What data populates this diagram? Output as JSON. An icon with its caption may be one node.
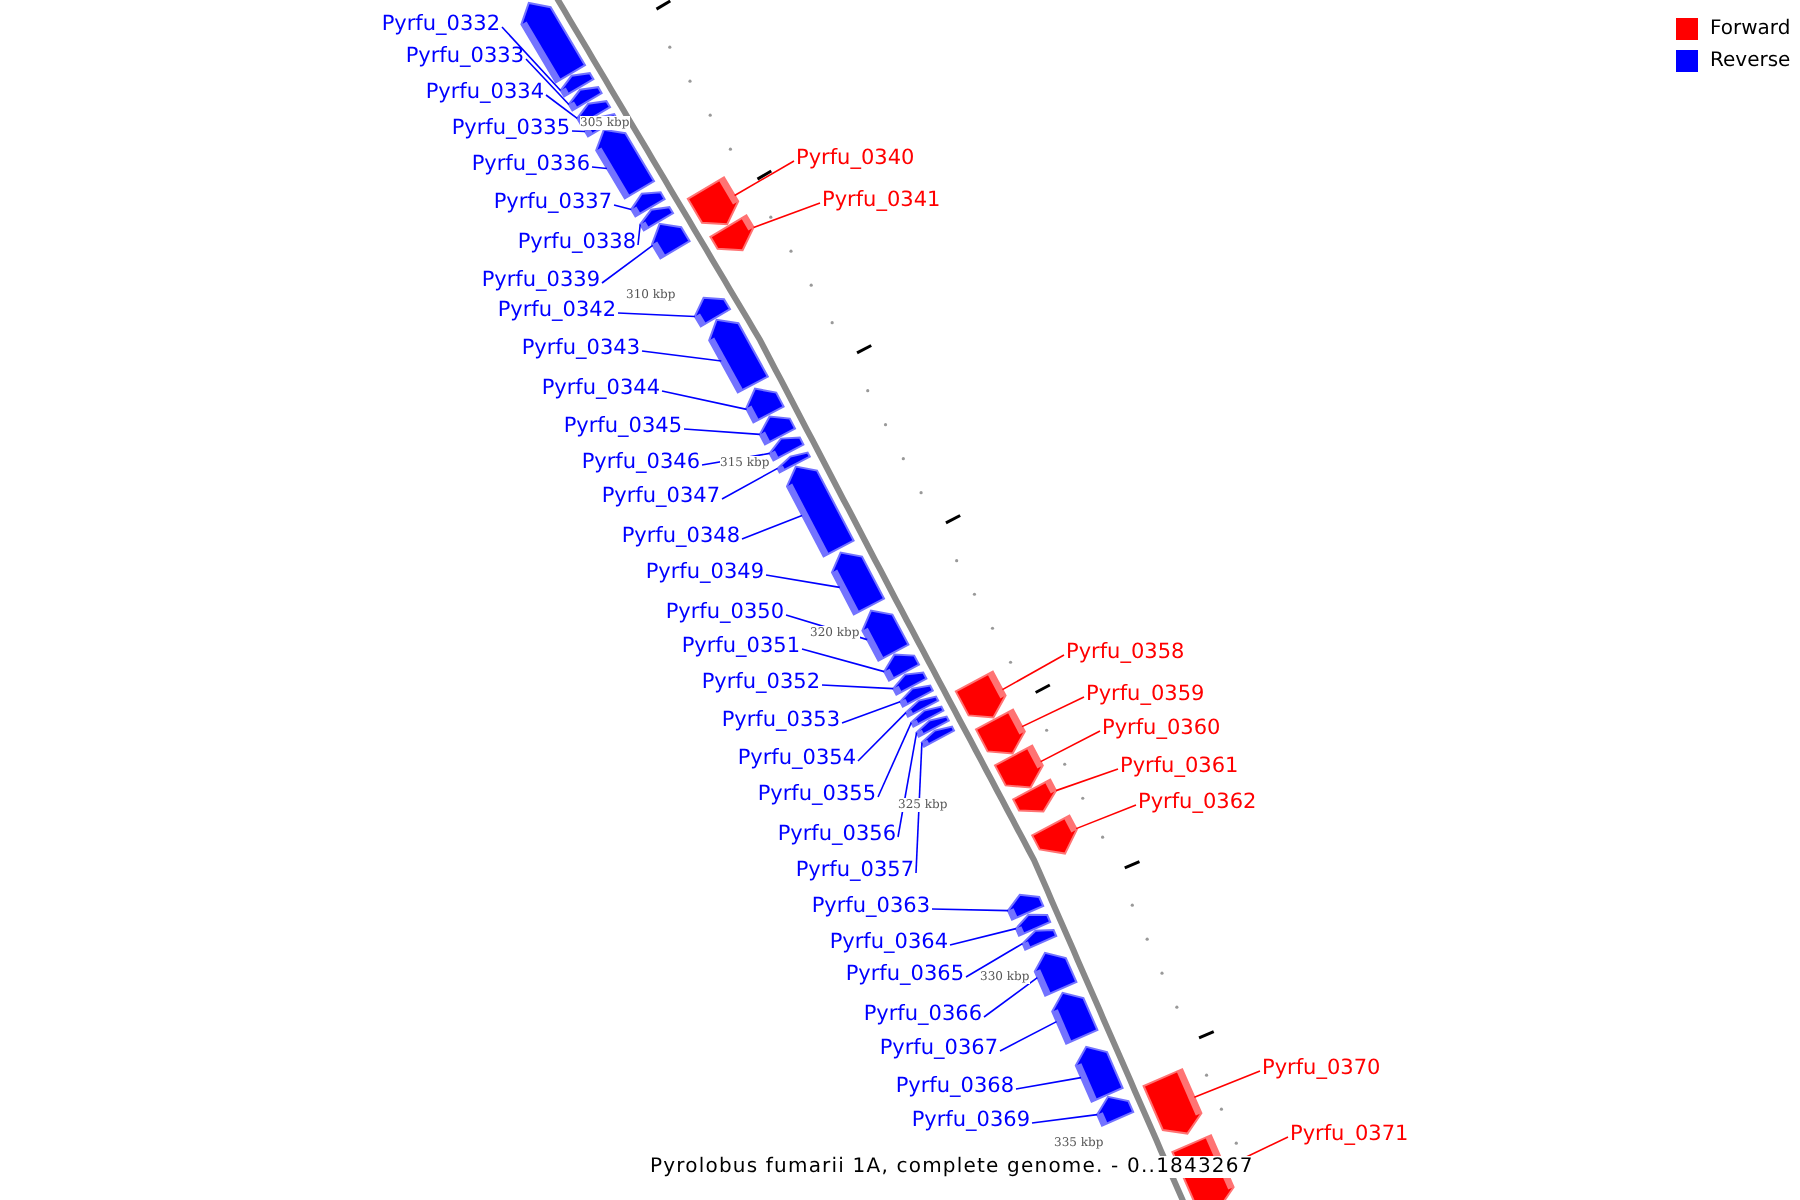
{
  "diagram": {
    "caption": "Pyrolobus fumarii 1A, complete genome. - 0..1843267",
    "nodes": [
      {
        "text": [],
        "shape": "bar"
      },
      {
        "text": [
          "Pyrfu_0332"
        ]
      },
      {
        "text": [],
        "shape": "bar"
      },
      {
        "text": [
          "Pyrfu_0333"
        ]
      },
      {
        "text": [],
        "shape": "bar"
      },
      {
        "text": [
          "Pyrfu_0334"
        ]
      },
      {
        "text": [],
        "shape": "bar"
      },
      {
        "text": [
          "Pyrfu_0335"
        ]
      },
      {
        "text": [],
        "shape": "bar"
      },
      {
        "text": [
          "Pyrfu_0336"
        ]
      },
      {
        "text": [],
        "shape": "bar"
      },
      {
        "text": [
          "Pyrfu_0337"
        ]
      },
      {
        "text": [],
        "shape": "bar"
      },
      {
        "text": [
          "Pyrfu_0338"
        ]
      },
      {
        "text": [],
        "shape": "bar"
      },
      {
        "text": [
          "Pyrfu_0339"
        ]
      },
      {
        "text": [],
        "shape": "bar"
      },
      {
        "text": [
          "Pyrfu_0340"
        ]
      },
      {
        "text": [],
        "shape": "bar"
      },
      {
        "text": [
          "Pyrfu_0341"
        ]
      },
      {
        "text": [],
        "shape": "bar"
      },
      {
        "text": [
          "Pyrfu_0342"
        ]
      },
      {
        "text": [],
        "shape": "bar"
      },
      {
        "text": [
          "Pyrfu_0343"
        ]
      },
      {
        "text": [],
        "shape": "bar"
      },
      {
        "text": [
          "Pyrfu_0344"
        ]
      },
      {
        "text": [],
        "shape": "bar"
      },
      {
        "text": [
          "Pyrfu_0345"
        ]
      },
      {
        "text": [],
        "shape": "bar"
      },
      {
        "text": [
          "Pyrfu_0346"
        ]
      },
      {
        "text": [],
        "shape": "bar"
      },
      {
        "text": [
          "Pyrfu_0347"
        ]
      },
      {
        "text": [],
        "shape": "bar"
      },
      {
        "text": [
          "Pyrfu_0348"
        ]
      },
      {
        "text": [],
        "shape": "bar"
      },
      {
        "text": [
          "Pyrfu_0349"
        ]
      },
      {
        "text": [],
        "shape": "bar"
      },
      {
        "text": [
          "Pyrfu_0350"
        ]
      },
      {
        "text": [],
        "shape": "bar"
      },
      {
        "text": [
          "Pyrfu_0351"
        ]
      },
      {
        "text": [],
        "shape": "bar"
      },
      {
        "text": [
          "Pyrfu_0352"
        ]
      },
      {
        "text": [],
        "shape": "bar"
      },
      {
        "text": [
          "Pyrfu_0353"
        ]
      },
      {
        "text": [],
        "shape": "bar"
      },
      {
        "text": [
          "Pyrfu_0354"
        ]
      },
      {
        "text": [],
        "shape": "bar"
      },
      {
        "text": [
          "Pyrfu_0355"
        ]
      },
      {
        "text": [],
        "shape": "bar"
      },
      {
        "text": [
          "Pyrfu_0356"
        ]
      },
      {
        "text": [],
        "shape": "bar"
      },
      {
        "text": [
          "Pyrfu_0357"
        ]
      },
      {
        "text": [],
        "shape": "bar"
      },
      {
        "text": [
          "Pyrfu_0358"
        ]
      },
      {
        "text": [],
        "shape": "bar"
      },
      {
        "text": [
          "Pyrfu_0359"
        ]
      },
      {
        "text": [],
        "shape": "bar"
      },
      {
        "text": [
          "Pyrfu_0360"
        ]
      },
      {
        "text": [],
        "shape": "bar"
      },
      {
        "text": [
          "Pyrfu_0361"
        ]
      },
      {
        "text": [],
        "shape": "bar"
      },
      {
        "text": [
          "Pyrfu_0362"
        ]
      },
      {
        "text": [],
        "shape": "bar"
      },
      {
        "text": [
          "Pyrfu_0363"
        ]
      },
      {
        "text": [],
        "shape": "bar"
      },
      {
        "text": [
          "Pyrfu_0364"
        ]
      },
      {
        "text": [],
        "shape": "bar"
      },
      {
        "text": [
          "Pyrfu_0365"
        ]
      },
      {
        "text": [],
        "shape": "bar"
      },
      {
        "text": [
          "Pyrfu_0366"
        ]
      },
      {
        "text": [],
        "shape": "bar"
      },
      {
        "text": [
          "Pyrfu_0367"
        ]
      },
      {
        "text": [],
        "shape": "bar"
      },
      {
        "text": [
          "Pyrfu_0368"
        ]
      },
      {
        "text": [],
        "shape": "bar"
      },
      {
        "text": [
          "Pyrfu_0369"
        ]
      },
      {
        "text": [],
        "shape": "bar"
      },
      {
        "text": [
          "Pyrfu_0370"
        ]
      },
      {
        "text": [],
        "shape": "bar"
      },
      {
        "text": [
          "Pyrfu_0371"
        ]
      },
      {
        "text": [],
        "shape": "bar"
      }
    ],
    "edges": [
      {
        "from": 1,
        "to": 2,
        "arrow": "none"
      },
      {
        "from": 3,
        "to": 4,
        "arrow": "none"
      },
      {
        "from": 5,
        "to": 6,
        "arrow": "none"
      },
      {
        "from": 7,
        "to": 8,
        "arrow": "none"
      },
      {
        "from": 9,
        "to": 10,
        "arrow": "none"
      },
      {
        "from": 11,
        "to": 12,
        "arrow": "none"
      },
      {
        "from": 13,
        "to": 14,
        "arrow": "none"
      },
      {
        "from": 15,
        "to": 16,
        "arrow": "none"
      },
      {
        "from": 17,
        "to": 18,
        "arrow": "none",
        "color": "#ff0000"
      },
      {
        "from": 19,
        "to": 20,
        "arrow": "none",
        "color": "#ff0000"
      },
      {
        "from": 21,
        "to": 22,
        "arrow": "none"
      },
      {
        "from": 23,
        "to": 24,
        "arrow": "none"
      },
      {
        "from": 25,
        "to": 26,
        "arrow": "none"
      },
      {
        "from": 27,
        "to": 28,
        "arrow": "none"
      },
      {
        "from": 29,
        "to": 30,
        "arrow": "none"
      },
      {
        "from": 31,
        "to": 32,
        "arrow": "none"
      },
      {
        "from": 33,
        "to": 34,
        "arrow": "none"
      },
      {
        "from": 35,
        "to": 36,
        "arrow": "none"
      },
      {
        "from": 37,
        "to": 38,
        "arrow": "none"
      },
      {
        "from": 39,
        "to": 40,
        "arrow": "none"
      },
      {
        "from": 41,
        "to": 42,
        "arrow": "none"
      },
      {
        "from": 43,
        "to": 44,
        "arrow": "none"
      },
      {
        "from": 45,
        "to": 46,
        "arrow": "none"
      },
      {
        "from": 47,
        "to": 48,
        "arrow": "none"
      },
      {
        "from": 49,
        "to": 50,
        "arrow": "none"
      },
      {
        "from": 51,
        "to": 52,
        "arrow": "none"
      },
      {
        "from": 53,
        "to": 54,
        "arrow": "none",
        "color": "#ff0000"
      },
      {
        "from": 55,
        "to": 56,
        "arrow": "none",
        "color": "#ff0000"
      },
      {
        "from": 57,
        "to": 58,
        "arrow": "none",
        "color": "#ff0000"
      },
      {
        "from": 59,
        "to": 60,
        "arrow": "none",
        "color": "#ff0000"
      },
      {
        "from": 61,
        "to": 62,
        "arrow": "none",
        "color": "#ff0000"
      },
      {
        "from": 63,
        "to": 64,
        "arrow": "none"
      },
      {
        "from": 65,
        "to": 66,
        "arrow": "none"
      },
      {
        "from": 67,
        "to": 68,
        "arrow": "none"
      },
      {
        "from": 69,
        "to": 70,
        "arrow": "none"
      },
      {
        "from": 71,
        "to": 72,
        "arrow": "none"
      },
      {
        "from": 73,
        "to": 74,
        "arrow": "none"
      },
      {
        "from": 75,
        "to": 76,
        "arrow": "none"
      },
      {
        "from": 77,
        "to": 78,
        "arrow": "none",
        "color": "#ff0000"
      },
      {
        "from": 79,
        "to": 80,
        "arrow": "none",
        "color": "#ff0000"
      }
    ],
    "labels": [
      "305 kbp",
      "310 kbp",
      "315 kbp",
      "320 kbp",
      "325 kbp",
      "330 kbp",
      "335 kbp"
    ],
    "legend": [
      {
        "text": "Forward",
        "color": "#ff0000"
      },
      {
        "text": "Reverse",
        "color": "#0000ff"
      }
    ]
  }
}
